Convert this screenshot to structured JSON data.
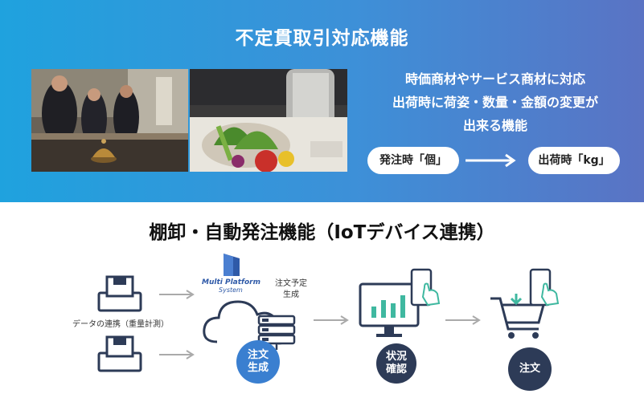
{
  "top": {
    "title": "不定貫取引対応機能",
    "desc_lines": [
      "時価商材やサービス商材に対応",
      "出荷時に荷姿・数量・金額の変更が",
      "出来る機能"
    ],
    "from_pill": "発注時「個」",
    "to_pill": "出荷時「kg」"
  },
  "bottom": {
    "title": "棚卸・自動発注機能（IoTデバイス連携）",
    "data_link_label": "データの連携（重量計測）",
    "logo_line1": "Multi Platform",
    "logo_line2": "System",
    "order_plan_line1": "注文予定",
    "order_plan_line2": "生成",
    "circle_generate_line1": "注文",
    "circle_generate_line2": "生成",
    "circle_status_line1": "状況",
    "circle_status_line2": "確認",
    "circle_order": "注文"
  },
  "colors": {
    "top_gradient_start": "#1fa2de",
    "top_gradient_end": "#5a73c4",
    "icon_navy": "#2d3b57",
    "icon_blue": "#3a7fd0"
  }
}
